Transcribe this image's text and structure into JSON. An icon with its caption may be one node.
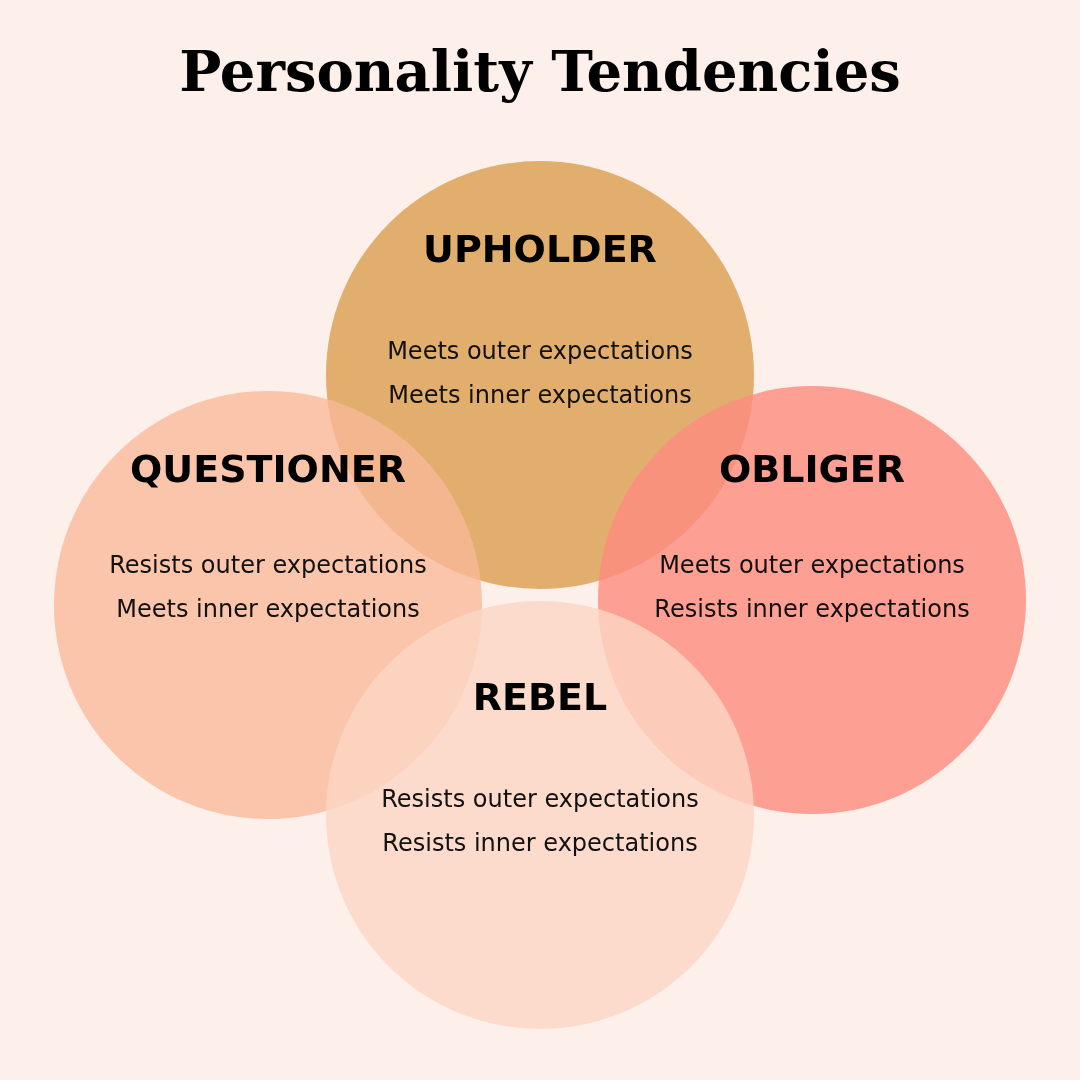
{
  "diagram": {
    "title": "Personality Tendencies",
    "nodes": [
      {
        "text": [
          "UPHOLDER",
          "Meets outer expectations",
          "Meets inner expectations"
        ]
      },
      {
        "text": [
          "QUESTIONER",
          "Resists outer expectations",
          "Meets inner expectations"
        ]
      },
      {
        "text": [
          "OBLIGER",
          "Meets outer expectations",
          "Resists inner expectations"
        ]
      },
      {
        "text": [
          "REBEL",
          "Resists outer expectations",
          "Resists inner expectations"
        ]
      }
    ],
    "edges": []
  }
}
